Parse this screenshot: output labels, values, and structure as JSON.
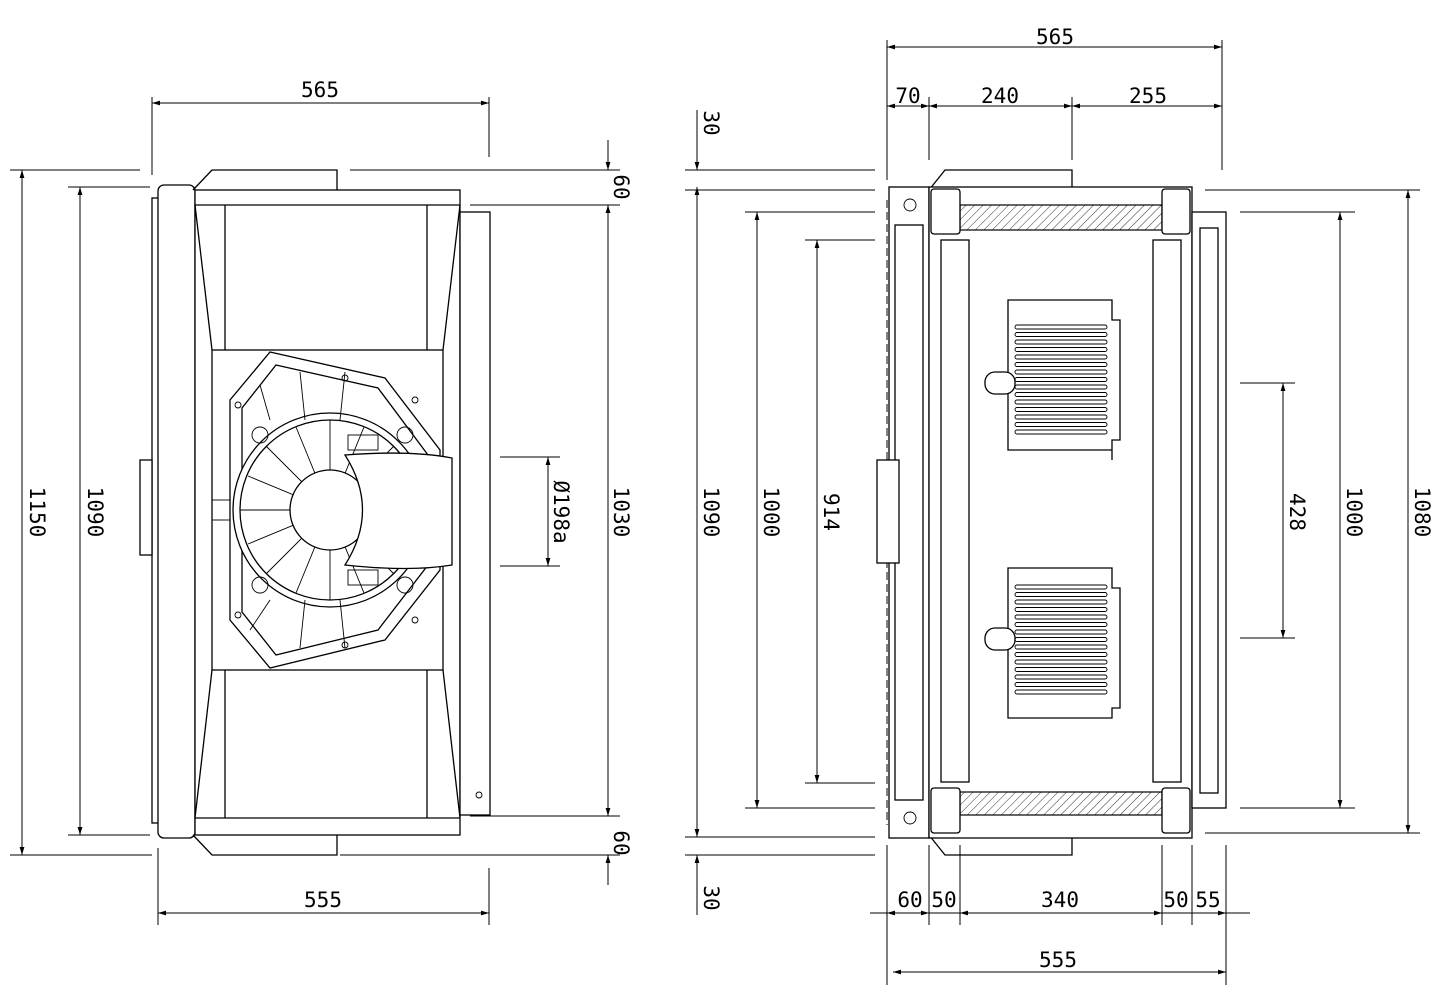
{
  "front_view": {
    "width_top": "565",
    "width_bottom": "555",
    "height_overall": "1150",
    "height_body": "1090",
    "height_plate": "1030",
    "offset_top": "60",
    "offset_bottom": "60",
    "motor_diameter": "Ø198a"
  },
  "side_view": {
    "width_top": "565",
    "top_segments": [
      "70",
      "240",
      "255"
    ],
    "offset_top": "30",
    "offset_bottom": "30",
    "height_body": "1090",
    "height_inner": "1000",
    "height_opening": "914",
    "grill_spacing": "428",
    "height_right_inner": "1000",
    "height_right_outer": "1080",
    "bottom_segments": [
      "60",
      "50",
      "340",
      "50",
      "55"
    ],
    "width_bottom": "555"
  }
}
